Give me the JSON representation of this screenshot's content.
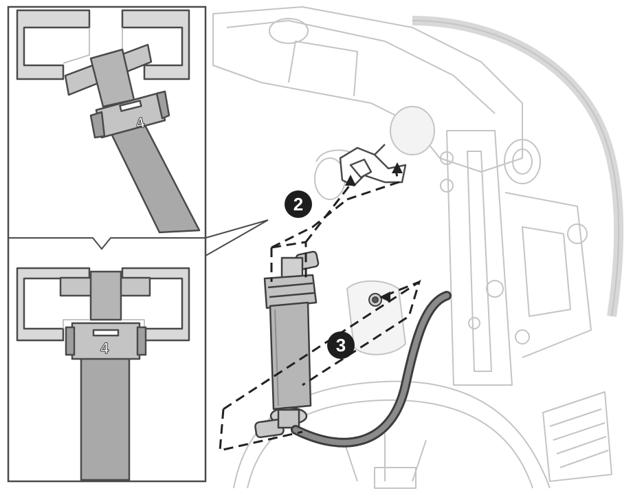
{
  "colors": {
    "line": "#4a4a4a",
    "light_line": "#b9b9b9",
    "fill_gray": "#b8b8b8",
    "strap_gray": "#a9a9a9",
    "callout_bg": "#1e1e1e",
    "callout_text": "#ffffff",
    "bg": "#ffffff"
  },
  "inset_top": {
    "strap_number": "4"
  },
  "inset_bottom": {
    "strap_number": "4"
  },
  "callouts": [
    {
      "id": "callout-2",
      "label": "2"
    },
    {
      "id": "callout-3",
      "label": "3"
    }
  ]
}
